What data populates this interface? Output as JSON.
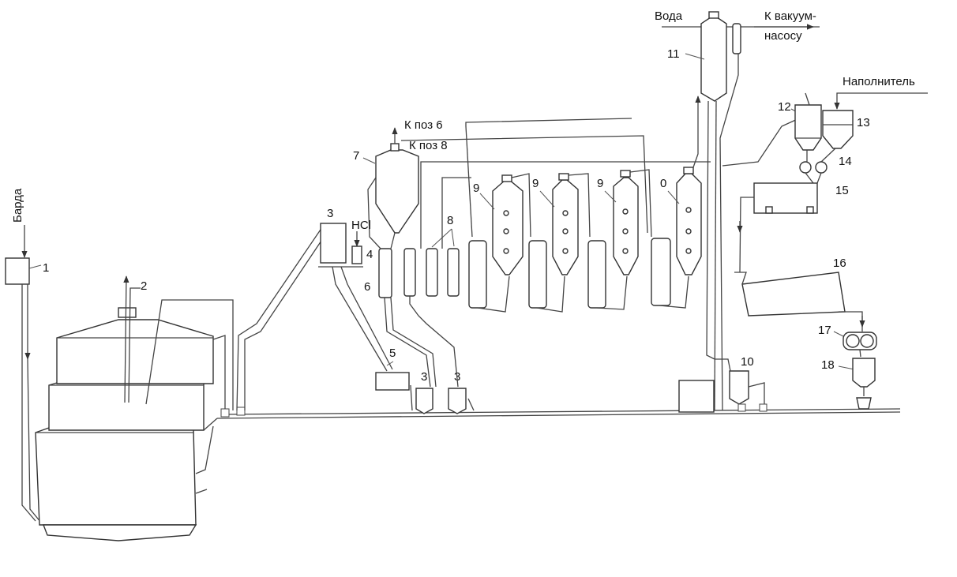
{
  "labels": {
    "barda": "Барда",
    "voda": "Вода",
    "k_vakuum_line1": "К вакуум-",
    "k_vakuum_line2": "насосу",
    "napolnitel": "Наполнитель",
    "k_poz6": "К поз 6",
    "k_poz8": "К поз 8",
    "hcl": "HCl"
  },
  "numbers": {
    "n1": "1",
    "n2": "2",
    "n3a": "3",
    "n3b": "3",
    "n3c": "3",
    "n4": "4",
    "n5": "5",
    "n6": "6",
    "n7": "7",
    "n8": "8",
    "n9a": "9",
    "n9b": "9",
    "n9c": "9",
    "n9d": "0",
    "n10": "10",
    "n11": "11",
    "n12": "12",
    "n13": "13",
    "n14": "14",
    "n15": "15",
    "n16": "16",
    "n17": "17",
    "n18": "18"
  }
}
